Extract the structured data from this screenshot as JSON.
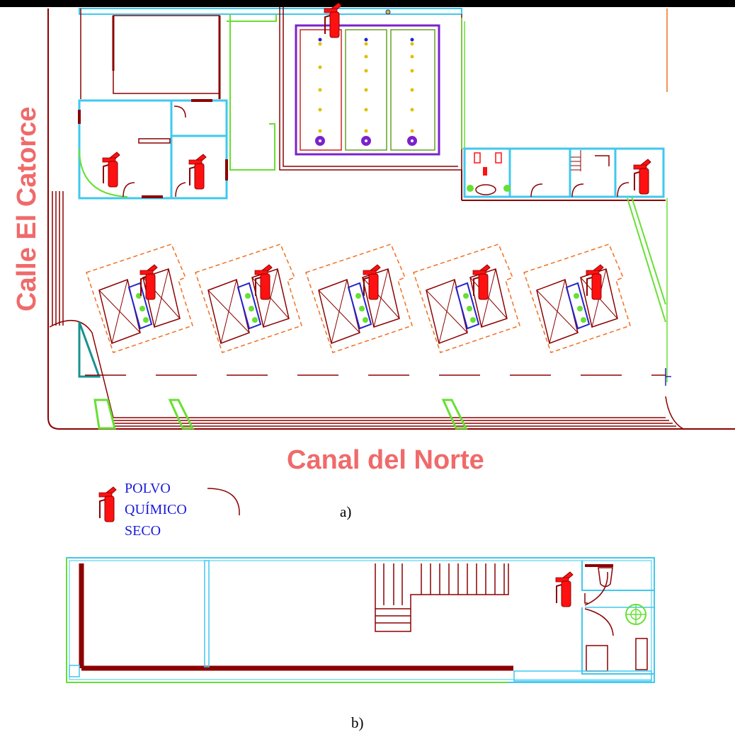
{
  "labels": {
    "street_left": "Calle El Catorce",
    "street_bottom": "Canal del Norte",
    "caption_a": "a)",
    "caption_b": "b)"
  },
  "legend": {
    "line1": "POLVO",
    "line2": "QUÍMICO",
    "line3": "SECO",
    "icon": "fire-extinguisher-icon"
  },
  "colors": {
    "wall": "#8b0000",
    "cyan": "#3fc8ee",
    "green": "#66e033",
    "orange": "#f07020",
    "extinguisher": "#ff1111",
    "street_text": "#f06a6a",
    "legend_text": "#1a1adc",
    "purple": "#7b22cc",
    "teal": "#1a9090"
  }
}
